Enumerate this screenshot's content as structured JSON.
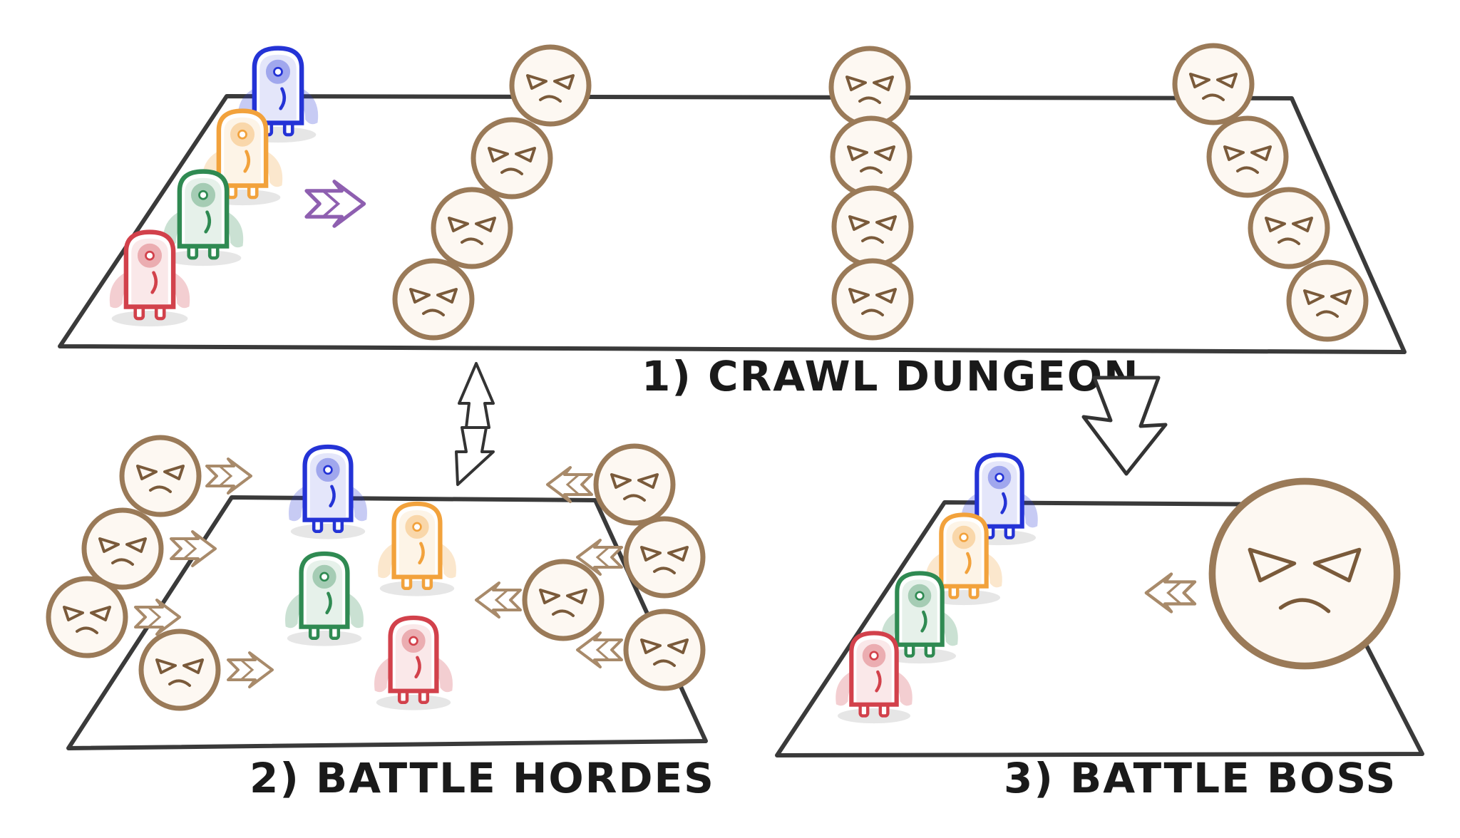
{
  "captions": {
    "crawl": "1) CRAWL DUNGEON",
    "hordes": "2) BATTLE HORDES",
    "boss": "3) BATTLE BOSS"
  },
  "colors": {
    "hero_blue": "#2433d6",
    "hero_orange": "#f2a23c",
    "hero_green": "#2f8a52",
    "hero_red": "#d2414b",
    "enemy_outline": "#9a7a58",
    "enemy_features": "#7a5a3a",
    "move_arrow": "#8e5fb0",
    "enemy_arrow": "#a88a6a",
    "transition_arrow": "#333333",
    "floor_outline": "#3a3a3a"
  },
  "icons": {
    "hero": "one-eyed-creature-icon",
    "enemy": "angry-face-icon",
    "boss": "large-angry-face-icon",
    "transition_down": "down-arrow-icon",
    "transition_updown": "up-down-arrow-icon"
  }
}
